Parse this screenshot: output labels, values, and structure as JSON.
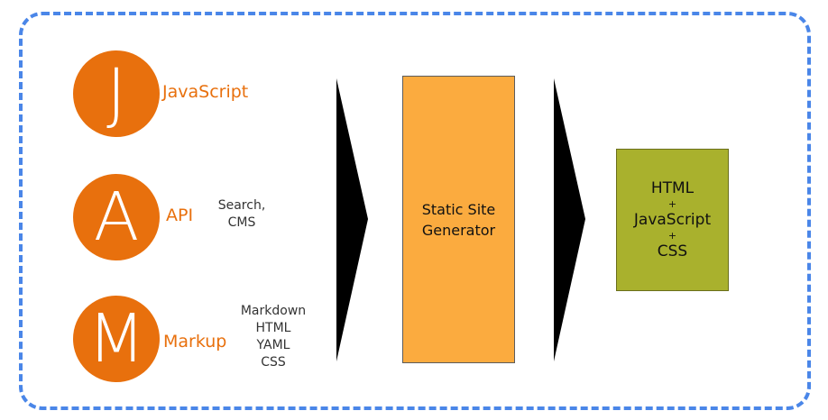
{
  "jam": [
    {
      "letter": "J",
      "label": "JavaScript",
      "details": []
    },
    {
      "letter": "A",
      "label": "API",
      "details": [
        "Search,",
        "CMS"
      ]
    },
    {
      "letter": "M",
      "label": "Markup",
      "details": [
        "Markdown",
        "HTML",
        "YAML",
        "CSS"
      ]
    }
  ],
  "generator": {
    "lines": [
      "Static Site",
      "Generator"
    ]
  },
  "output": {
    "items": [
      "HTML",
      "+",
      "JavaScript",
      "+",
      "CSS"
    ]
  },
  "colors": {
    "frame": "#4a86e8",
    "circle": "#e8700d",
    "generator": "#fbab3f",
    "output": "#a9b12d",
    "arrow": "#000000"
  }
}
